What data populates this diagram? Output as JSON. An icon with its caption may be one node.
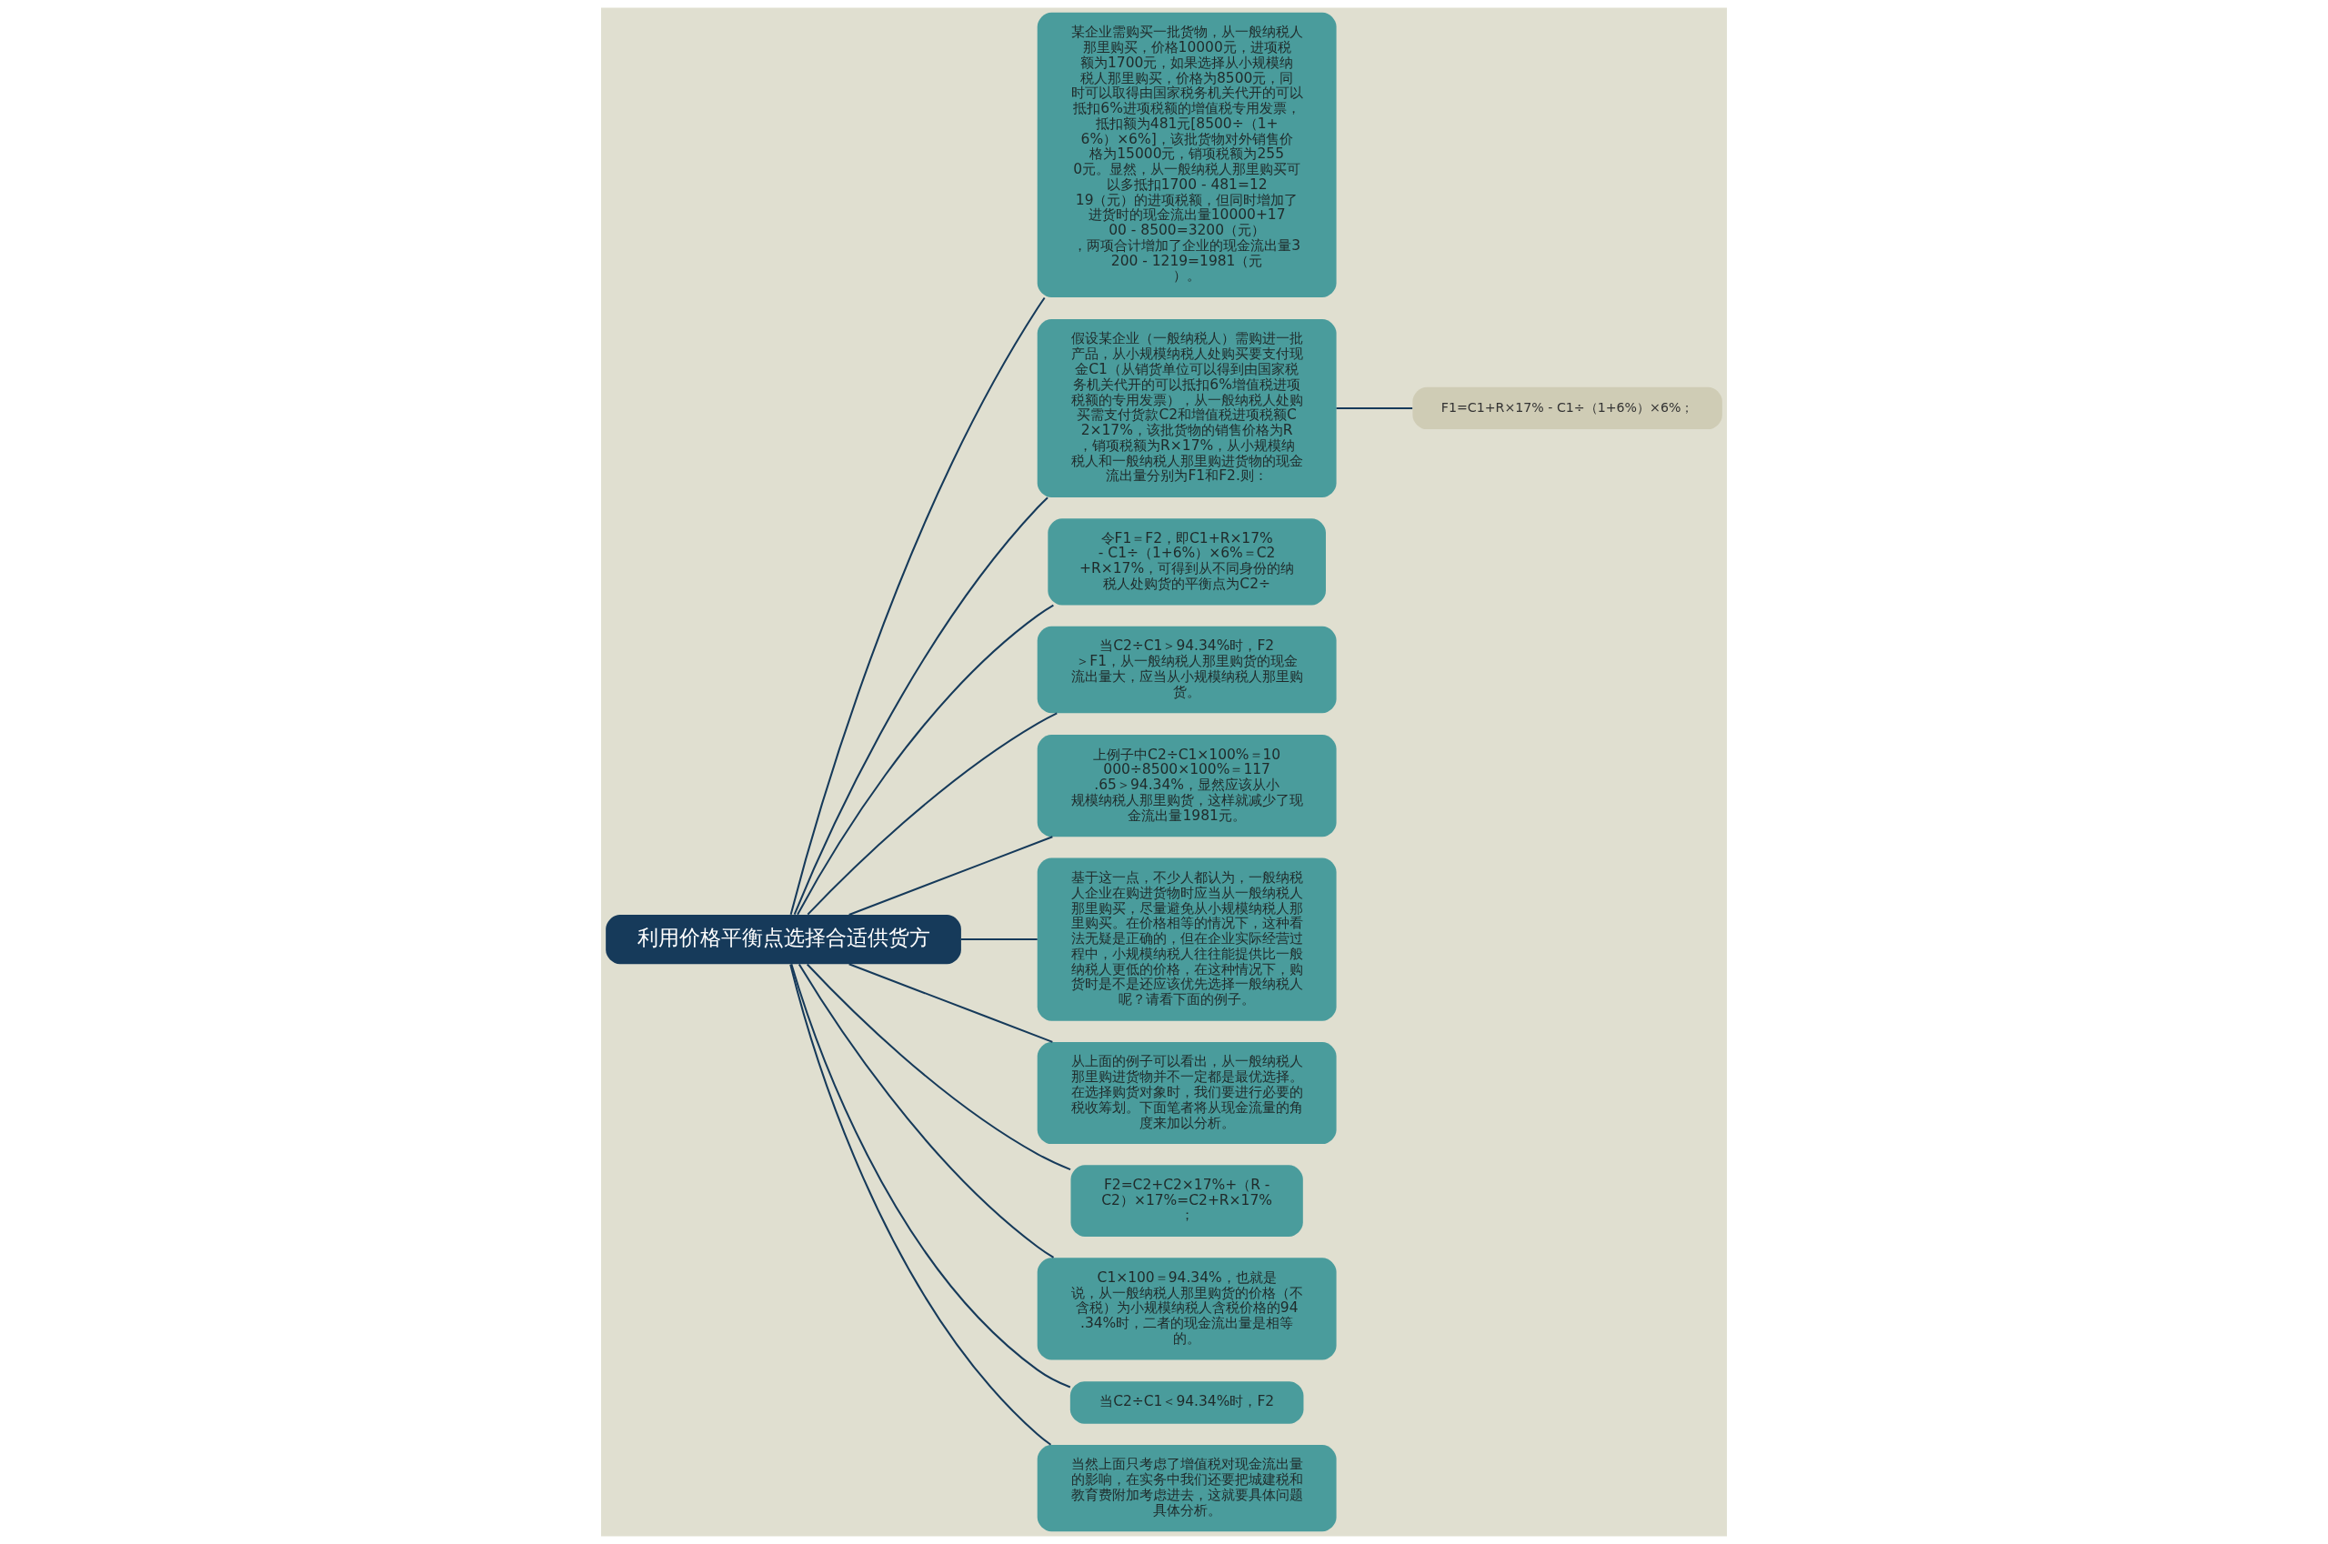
{
  "diagram": {
    "nodes": [
      {
        "text": [
          "利用价格平衡点选择合适供货方"
        ]
      },
      {
        "text": [
          "某企业需购买一批货物，从一般纳税人那里购买，价格10000元，进项税额为1700元，如果选择从小规模纳税人那里购买，价格为8500元，同时可以取得由国家税务机关代开的可以抵扣6%进项税额的增值税专用发票，抵扣额为481元[8500÷（1+6%）×6%]，该批货物对外销售价格为15000元，销项税额为2550元。显然，从一般纳税人那里购买可以多抵扣1700 - 481=1219（元）的进项税额，但同时增加了进货时的现金流出量10000+1700 - 8500=3200（元），两项合计增加了企业的现金流出量3200 - 1219=1981（元）。"
        ]
      },
      {
        "text": [
          "假设某企业（一般纳税人）需购进一批产品，从小规模纳税人处购买要支付现金C1（从销货单位可以得到由国家税务机关代开的可以抵扣6%增值税进项税额的专用发票），从一般纳税人处购买需支付货款C2和增值税进项税额C2×17%，该批货物的销售价格为R，销项税额为R×17%，从小规模纳税人和一般纳税人那里购进货物的现金流出量分别为F1和F2.则："
        ]
      },
      {
        "text": [
          "F1=C1+R×17% - C1÷（1+6%）×6%；"
        ]
      },
      {
        "text": [
          "令F1＝F2，即C1+R×17% - C1÷（1+6%）×6%＝C2+R×17%，可得到从不同身份的纳税人处购货的平衡点为C2÷"
        ]
      },
      {
        "text": [
          "当C2÷C1＞94.34%时，F2＞F1，从一般纳税人那里购货的现金流出量大，应当从小规模纳税人那里购货。"
        ]
      },
      {
        "text": [
          "上例子中C2÷C1×100%＝10000÷8500×100%＝117.65＞94.34%，显然应该从小规模纳税人那里购货，这样就减少了现金流出量1981元。"
        ]
      },
      {
        "text": [
          "基于这一点，不少人都认为，一般纳税人企业在购进货物时应当从一般纳税人那里购买，尽量避免从小规模纳税人那里购买。在价格相等的情况下，这种看法无疑是正确的，但在企业实际经营过程中，小规模纳税人往往能提供比一般纳税人更低的价格，在这种情况下，购货时是不是还应该优先选择一般纳税人呢？请看下面的例子。"
        ]
      },
      {
        "text": [
          "从上面的例子可以看出，从一般纳税人那里购进货物并不一定都是最优选择。在选择购货对象时，我们要进行必要的税收筹划。下面笔者将从现金流量的角度来加以分析。"
        ]
      },
      {
        "text": [
          "F2=C2+C2×17%+（R - C2）×17%=C2+R×17%；"
        ]
      },
      {
        "text": [
          "C1×100＝94.34%，也就是说，从一般纳税人那里购货的价格（不含税）为小规模纳税人含税价格的94.34%时，二者的现金流出量是相等的。"
        ]
      },
      {
        "text": [
          "当C2÷C1＜94.34%时，F2"
        ]
      },
      {
        "text": [
          "当然上面只考虑了增值税对现金流出量的影响，在实务中我们还要把城建税和教育费附加考虑进去，这就要具体问题具体分析。"
        ]
      }
    ],
    "edges": [
      {
        "from": 0,
        "to": 1,
        "arrow": "none"
      },
      {
        "from": 0,
        "to": 2,
        "arrow": "none"
      },
      {
        "from": 2,
        "to": 3,
        "arrow": "none"
      },
      {
        "from": 0,
        "to": 4,
        "arrow": "none"
      },
      {
        "from": 0,
        "to": 5,
        "arrow": "none"
      },
      {
        "from": 0,
        "to": 6,
        "arrow": "none"
      },
      {
        "from": 0,
        "to": 7,
        "arrow": "none"
      },
      {
        "from": 0,
        "to": 8,
        "arrow": "none"
      },
      {
        "from": 0,
        "to": 9,
        "arrow": "none"
      },
      {
        "from": 0,
        "to": 10,
        "arrow": "none"
      },
      {
        "from": 0,
        "to": 11,
        "arrow": "none"
      },
      {
        "from": 0,
        "to": 12,
        "arrow": "none"
      }
    ]
  }
}
